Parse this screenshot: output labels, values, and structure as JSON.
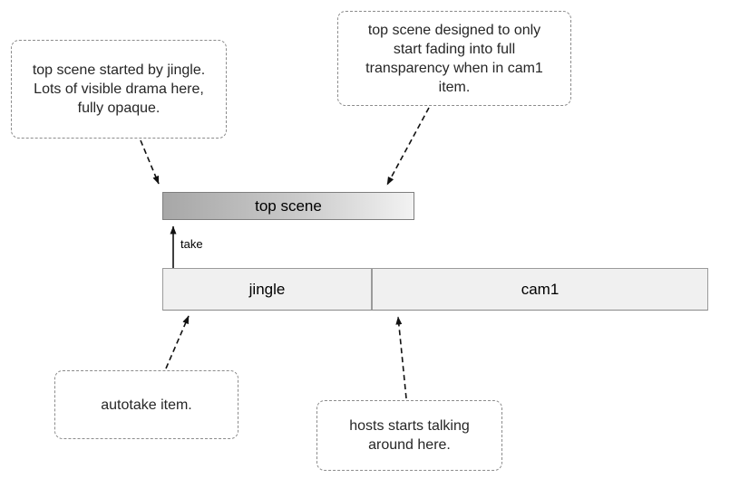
{
  "callouts": {
    "top_left": {
      "text": "top scene started by jingle. Lots of visible drama here, fully opaque."
    },
    "top_right": {
      "text": "top scene designed to only start fading into full transparency when in cam1 item."
    },
    "bottom_left": {
      "text": "autotake item."
    },
    "bottom_right": {
      "text": "hosts starts talking around here."
    }
  },
  "timeline": {
    "top_bar": {
      "label": "top scene"
    },
    "bottom_bar": {
      "segments": [
        {
          "label": "jingle"
        },
        {
          "label": "cam1"
        }
      ]
    },
    "take_arrow": {
      "label": "take"
    }
  },
  "colors": {
    "background": "#ffffff",
    "top_bar_gradient_start": "#a7a7a7",
    "top_bar_gradient_end": "#f2f2f2",
    "top_bar_border": "#7f7f7f",
    "bottom_bar_fill": "#f0f0f0",
    "bottom_bar_border": "#9b9b9b",
    "callout_border": "#8c8c8c",
    "text": "#262626",
    "arrow": "#111111"
  }
}
